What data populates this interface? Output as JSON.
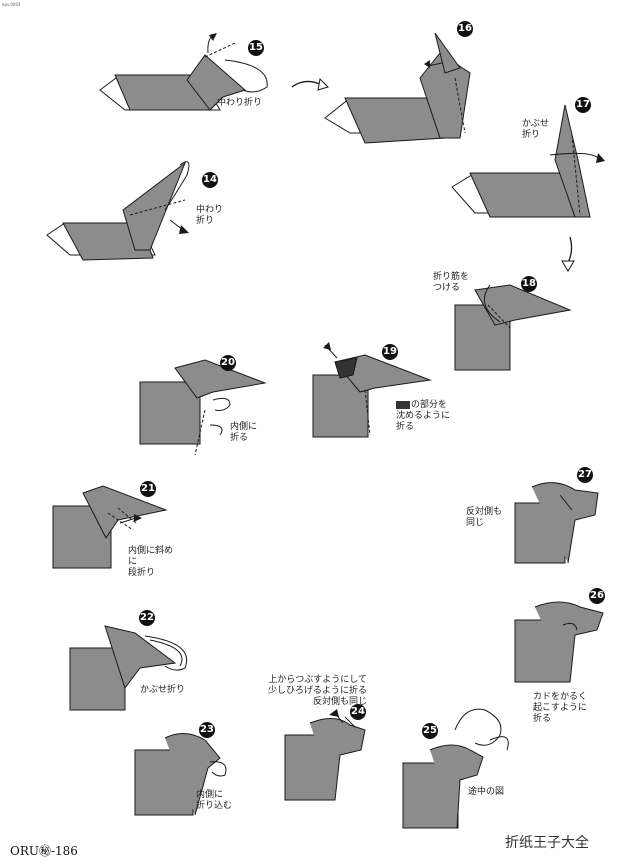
{
  "page": {
    "corner_mark": "eps.0004",
    "footer_left": "ORU㊙-186",
    "footer_right": "折纸王子大全"
  },
  "steps": [
    {
      "id": "14",
      "note": "中わり\n折り"
    },
    {
      "id": "15",
      "note": "中わり折り"
    },
    {
      "id": "16",
      "note": ""
    },
    {
      "id": "17",
      "note": "かぶせ\n折り"
    },
    {
      "id": "18",
      "note": "折り筋を\nつける"
    },
    {
      "id": "19",
      "note": "の部分を\n沈めるように\n折る"
    },
    {
      "id": "20",
      "note": "内側に\n折る"
    },
    {
      "id": "21",
      "note": "内側に斜めに\n段折り"
    },
    {
      "id": "22",
      "note": "かぶせ折り"
    },
    {
      "id": "23",
      "note": "内側に\n折り込む"
    },
    {
      "id": "24",
      "note": "上からつぶすようにして\n少しひろげるように折る\n反対側も同じ"
    },
    {
      "id": "25",
      "note": "途中の図"
    },
    {
      "id": "26",
      "note": "カドをかるく\n起こすように\n折る"
    },
    {
      "id": "27",
      "note": "反対側も\n同じ"
    }
  ],
  "colors": {
    "paper_gray": "#8c8c8c",
    "paper_dark": "#6e6e6e",
    "line": "#1a1a1a",
    "sink_mark": "#333333"
  }
}
